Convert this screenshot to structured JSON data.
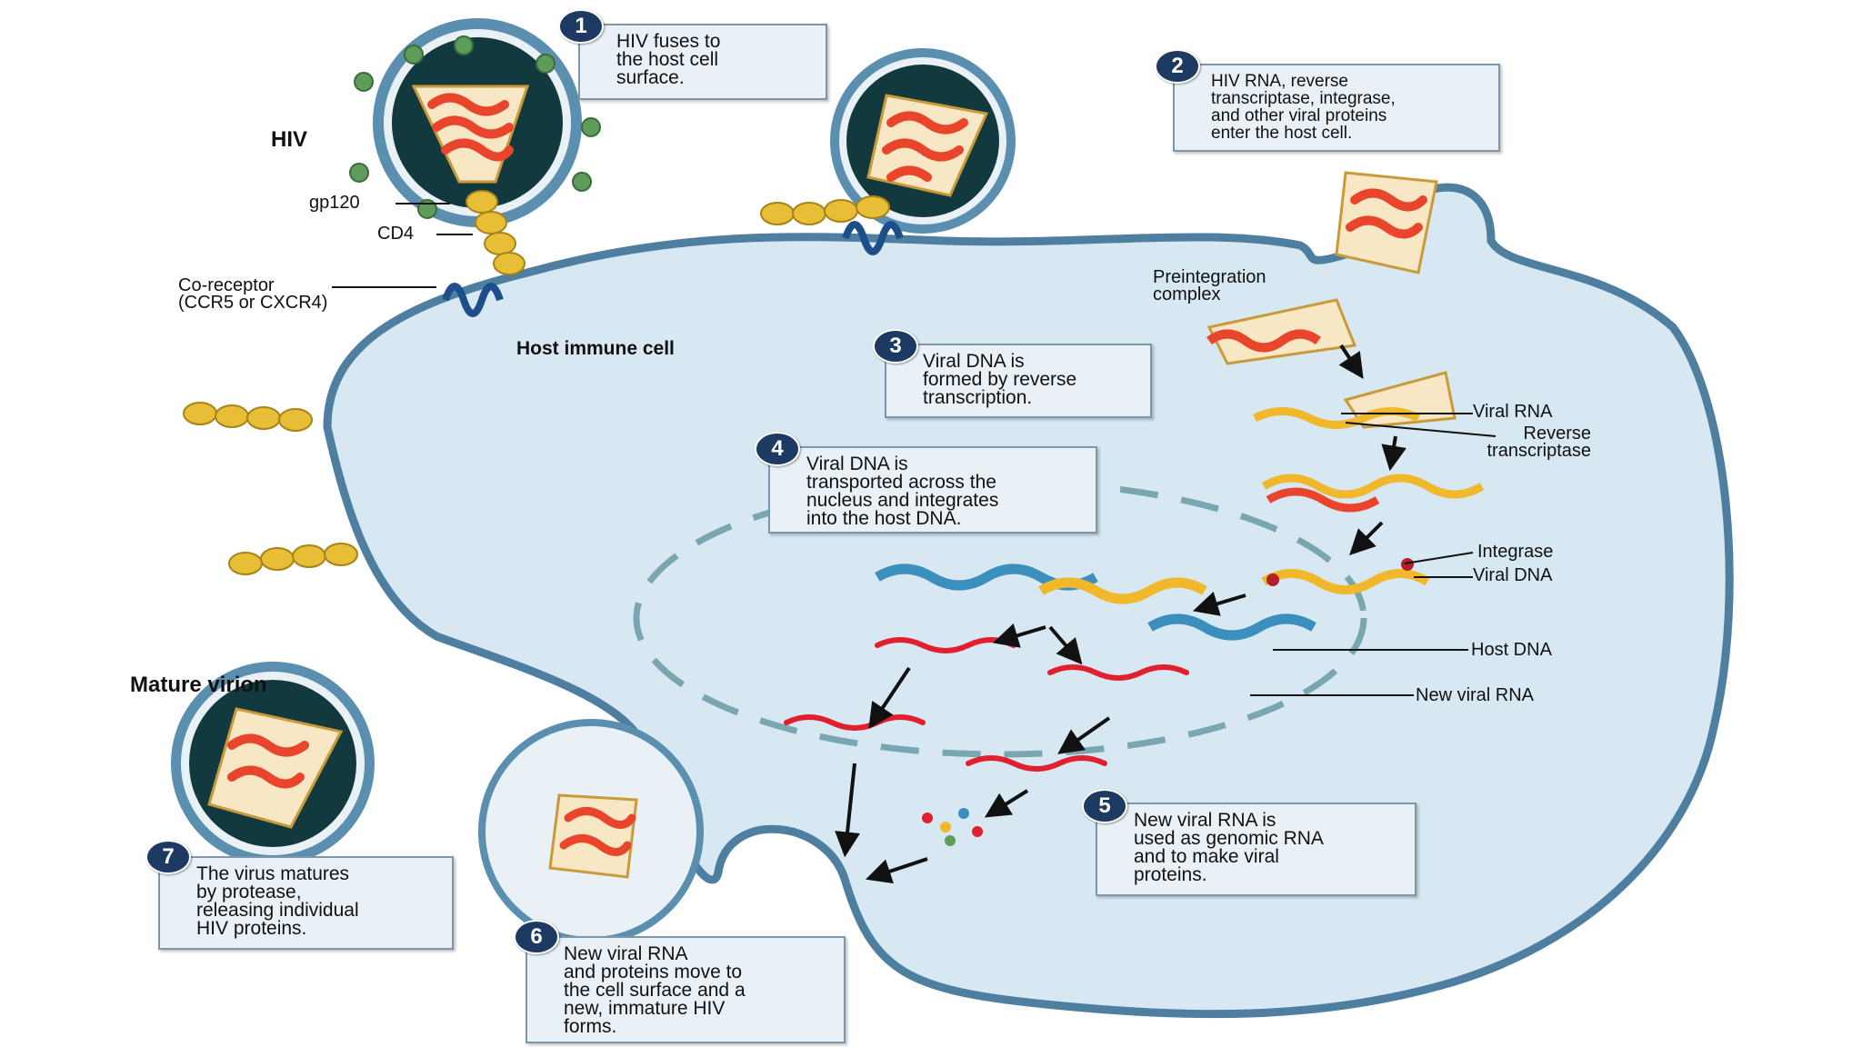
{
  "labels": {
    "hiv": "HIV",
    "gp120": "gp120",
    "cd4": "CD4",
    "co_receptor": "Co-receptor\n(CCR5 or CXCR4)",
    "host_immune_cell": "Host immune cell",
    "preintegration_complex": "Preintegration\ncomplex",
    "viral_rna": "Viral RNA",
    "reverse_transcriptase": "Reverse\ntranscriptase",
    "integrase": "Integrase",
    "viral_dna": "Viral DNA",
    "host_dna": "Host DNA",
    "new_viral_rna": "New viral RNA",
    "mature_virion": "Mature virion"
  },
  "steps": [
    {
      "number": "1",
      "text": "HIV fuses to\nthe host cell\nsurface."
    },
    {
      "number": "2",
      "text": "HIV RNA, reverse\ntranscriptase, integrase,\nand other viral proteins\nenter the host cell."
    },
    {
      "number": "3",
      "text": "Viral DNA is\nformed by reverse\ntranscription."
    },
    {
      "number": "4",
      "text": "Viral DNA is\ntransported across the\nnucleus and integrates\ninto the host DNA."
    },
    {
      "number": "5",
      "text": "New viral RNA is\nused as genomic RNA\nand to make viral\nproteins."
    },
    {
      "number": "6",
      "text": "New viral RNA\nand proteins move to\nthe cell surface and a\nnew, immature HIV\nforms."
    },
    {
      "number": "7",
      "text": "The virus matures\nby protease,\nreleasing individual\nHIV proteins."
    }
  ],
  "colors": {
    "cell_fill": "#d7e8f3",
    "membrane": "#4f7fa0",
    "virion_core": "#123a3e",
    "capsid": "#f7e7c4",
    "rna": "#e8452c",
    "dna_host": "#3a8fbd",
    "dna_viral": "#f0b82a",
    "badge": "#1d3a63",
    "new_rna": "#e0202e",
    "receptor": "#e8be37"
  }
}
